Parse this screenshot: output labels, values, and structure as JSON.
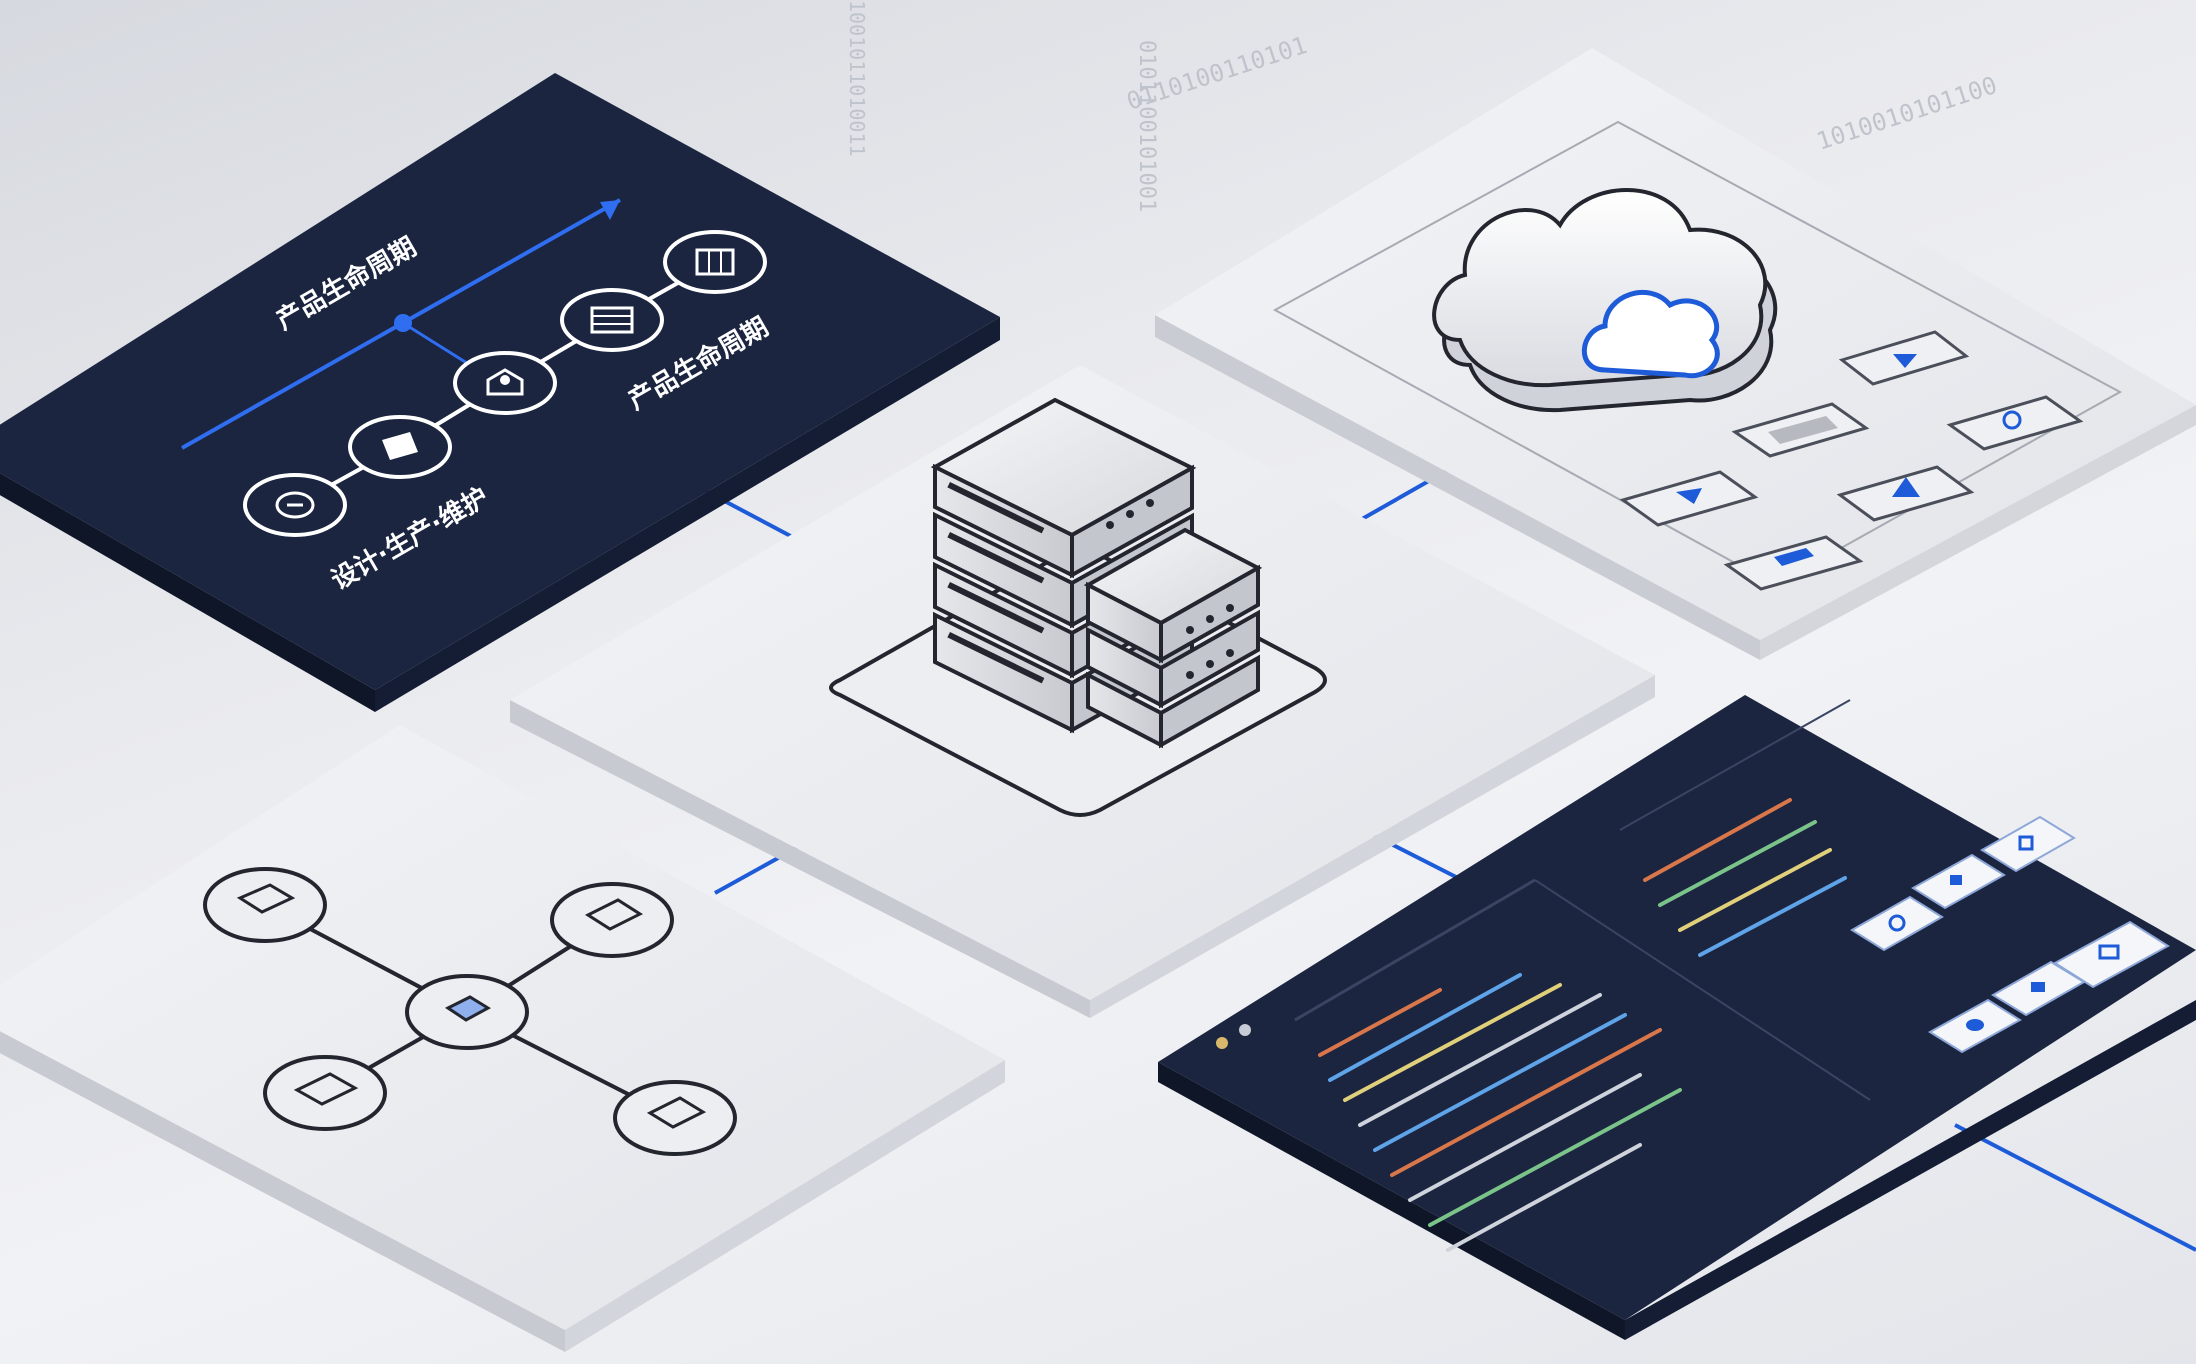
{
  "lifecycle_panel": {
    "label_top": "产品生命周期",
    "label_right": "产品生命周期",
    "label_bottom": "设计·生产·维护"
  },
  "binary_streams": {
    "a": "0101100101001",
    "b": "1001011010011",
    "c": "0110100110101",
    "d": "1010010101100"
  },
  "colors": {
    "navy": "#1b2540",
    "accent": "#1e5bd8",
    "panel": "#eceef2",
    "stroke": "#23262e"
  },
  "icons": {
    "lifecycle": [
      "design-icon",
      "prototype-icon",
      "production-icon",
      "maintenance-icon",
      "archive-icon"
    ],
    "network": [
      "top-left-node-icon",
      "top-right-node-icon",
      "center-node-icon",
      "bottom-left-node-icon",
      "bottom-right-node-icon"
    ],
    "controls": [
      "triangle-down-icon",
      "toggle-icon",
      "link-icon",
      "triangle-left-icon",
      "triangle-up-icon",
      "square-icon"
    ],
    "code_buttons": [
      "gear-icon",
      "cube-icon",
      "doc-icon",
      "cloud-icon",
      "chart-icon",
      "list-icon"
    ]
  }
}
